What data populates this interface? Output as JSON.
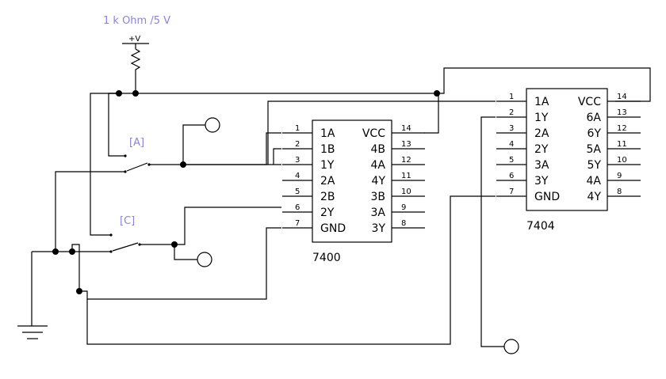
{
  "resistor_label": "1 k Ohm /5 V",
  "supply_label": "+V",
  "switch_a_label": "[A]",
  "switch_c_label": "[C]",
  "chip_7400": {
    "name": "7400",
    "left_pins": [
      {
        "num": "1",
        "name": "1A"
      },
      {
        "num": "2",
        "name": "1B"
      },
      {
        "num": "3",
        "name": "1Y"
      },
      {
        "num": "4",
        "name": "2A"
      },
      {
        "num": "5",
        "name": "2B"
      },
      {
        "num": "6",
        "name": "2Y"
      },
      {
        "num": "7",
        "name": "GND"
      }
    ],
    "right_pins": [
      {
        "num": "14",
        "name": "VCC"
      },
      {
        "num": "13",
        "name": "4B"
      },
      {
        "num": "12",
        "name": "4A"
      },
      {
        "num": "11",
        "name": "4Y"
      },
      {
        "num": "10",
        "name": "3B"
      },
      {
        "num": "9",
        "name": "3A"
      },
      {
        "num": "8",
        "name": "3Y"
      }
    ]
  },
  "chip_7404": {
    "name": "7404",
    "left_pins": [
      {
        "num": "1",
        "name": "1A"
      },
      {
        "num": "2",
        "name": "1Y"
      },
      {
        "num": "3",
        "name": "2A"
      },
      {
        "num": "4",
        "name": "2Y"
      },
      {
        "num": "5",
        "name": "3A"
      },
      {
        "num": "6",
        "name": "3Y"
      },
      {
        "num": "7",
        "name": "GND"
      }
    ],
    "right_pins": [
      {
        "num": "14",
        "name": "VCC"
      },
      {
        "num": "13",
        "name": "6A"
      },
      {
        "num": "12",
        "name": "6Y"
      },
      {
        "num": "11",
        "name": "5A"
      },
      {
        "num": "10",
        "name": "5Y"
      },
      {
        "num": "9",
        "name": "4A"
      },
      {
        "num": "8",
        "name": "4Y"
      }
    ]
  }
}
